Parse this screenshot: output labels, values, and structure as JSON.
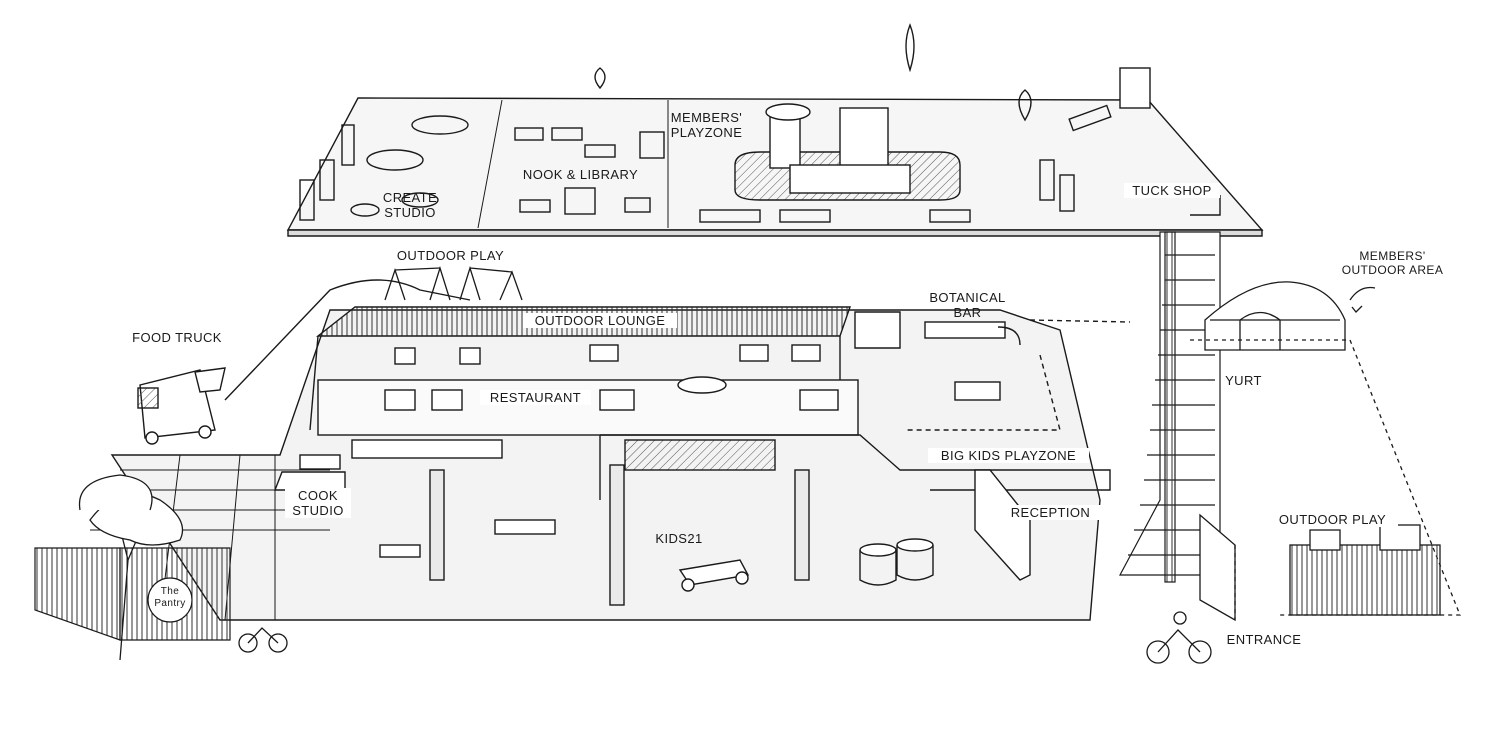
{
  "labels": {
    "create_studio": "CREATE\nSTUDIO",
    "nook_library": "NOOK & LIBRARY",
    "members_playzone": "MEMBERS'\nPLAYZONE",
    "tuck_shop": "TUCK SHOP",
    "outdoor_play_top": "OUTDOOR PLAY",
    "members_outdoor_area": "MEMBERS'\nOUTDOOR AREA",
    "food_truck": "FOOD TRUCK",
    "outdoor_lounge": "OUTDOOR LOUNGE",
    "botanical_bar": "BOTANICAL\nBAR",
    "restaurant": "RESTAURANT",
    "yurt": "YURT",
    "big_kids_playzone": "BIG KIDS PLAYZONE",
    "cook_studio": "COOK\nSTUDIO",
    "reception": "RECEPTION",
    "kids21": "KIDS21",
    "outdoor_play_right": "OUTDOOR PLAY",
    "the_pantry": "The\nPantry",
    "entrance": "ENTRANCE"
  },
  "style": {
    "ink": "#1a1a1a",
    "floor_fill": "#f4f4f4",
    "paper": "#ffffff"
  }
}
